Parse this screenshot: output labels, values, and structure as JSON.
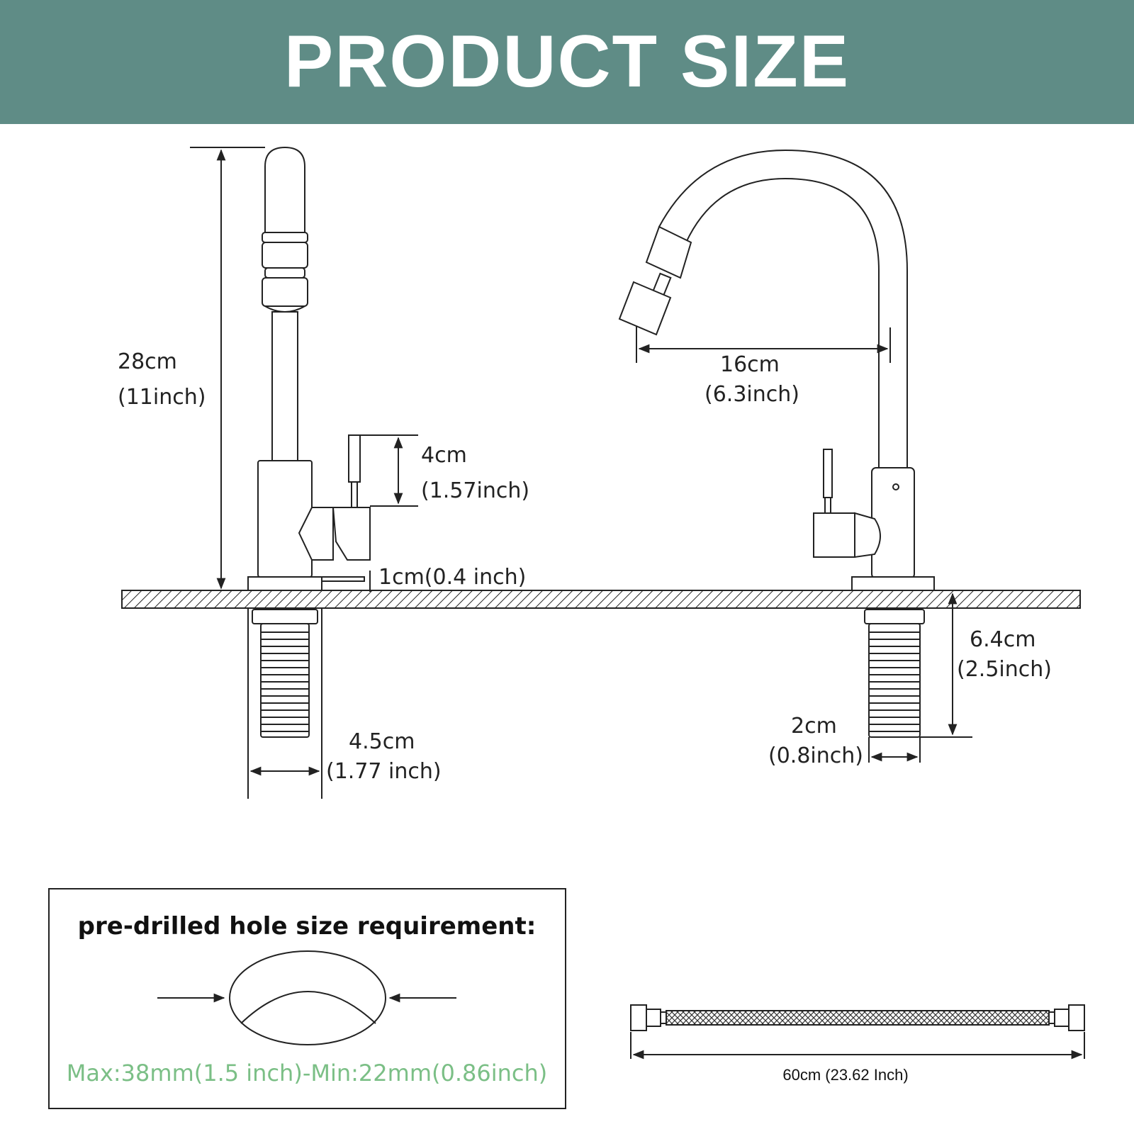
{
  "header": {
    "title": "PRODUCT SIZE",
    "bg_color": "#5f8c86"
  },
  "dimensions": {
    "height": {
      "cm": "28cm",
      "inch": "(11inch)"
    },
    "handle": {
      "cm": "4cm",
      "inch": "(1.57inch)"
    },
    "base": {
      "label": "1cm(0.4 inch)"
    },
    "base_width": {
      "cm": "4.5cm",
      "inch": "(1.77 inch)"
    },
    "reach": {
      "cm": "16cm",
      "inch": "(6.3inch)"
    },
    "shank_length": {
      "cm": "6.4cm",
      "inch": "(2.5inch)"
    },
    "shank_width": {
      "cm": "2cm",
      "inch": "(0.8inch)"
    }
  },
  "hole_requirement": {
    "title": "pre-drilled hole size requirement:",
    "range": "Max:38mm(1.5 inch)-Min:22mm(0.86inch)",
    "range_color": "#7bbf86"
  },
  "hose": {
    "length": "60cm (23.62 Inch)"
  }
}
